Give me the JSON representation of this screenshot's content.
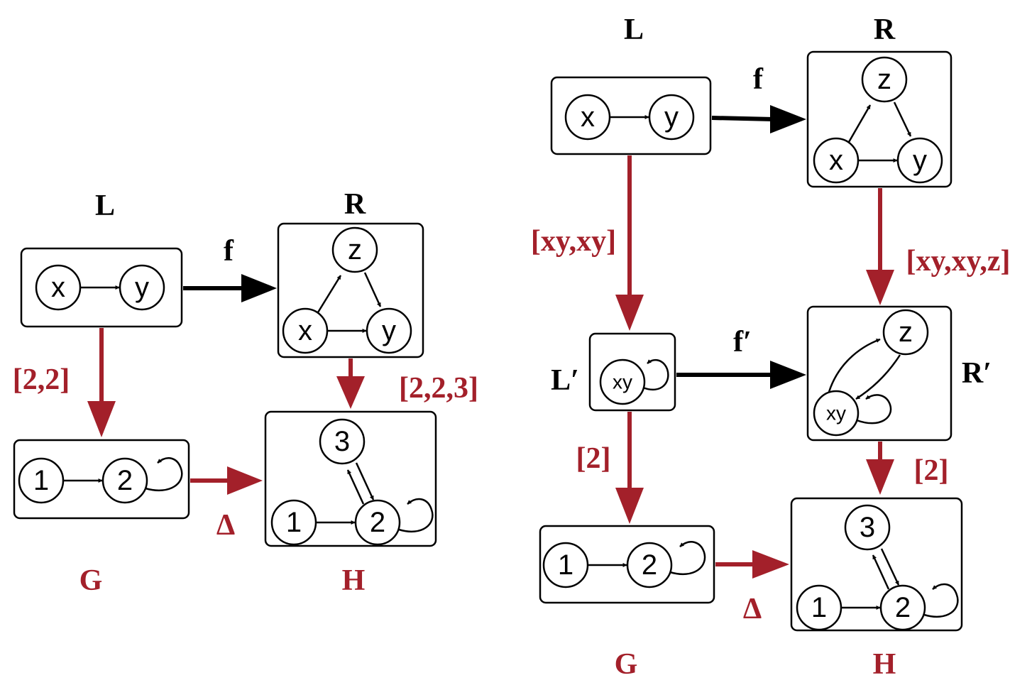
{
  "colors": {
    "morphism": "#a3202a",
    "rule": "#000000"
  },
  "left": {
    "title_L": "L",
    "title_R": "R",
    "label_f": "f",
    "label_m": "[2,2]",
    "label_mr": "[2,2,3]",
    "label_delta": "Δ",
    "title_G": "G",
    "title_H": "H",
    "L_nodes": [
      "x",
      "y"
    ],
    "R_nodes": [
      "z",
      "x",
      "y"
    ],
    "G_nodes": [
      "1",
      "2"
    ],
    "H_nodes": [
      "3",
      "1",
      "2"
    ]
  },
  "right": {
    "title_L": "L",
    "title_R": "R",
    "label_f": "f",
    "label_m": "[xy,xy]",
    "label_mr": "[xy,xy,z]",
    "title_Lp": "L′",
    "title_Rp": "R′",
    "label_fp": "f′",
    "label_g": "[2]",
    "label_gr": "[2]",
    "label_delta": "Δ",
    "title_G": "G",
    "title_H": "H",
    "L_nodes": [
      "x",
      "y"
    ],
    "R_nodes": [
      "z",
      "x",
      "y"
    ],
    "Lp_nodes": [
      "xy"
    ],
    "Rp_nodes": [
      "z",
      "xy"
    ],
    "G_nodes": [
      "1",
      "2"
    ],
    "H_nodes": [
      "3",
      "1",
      "2"
    ]
  }
}
